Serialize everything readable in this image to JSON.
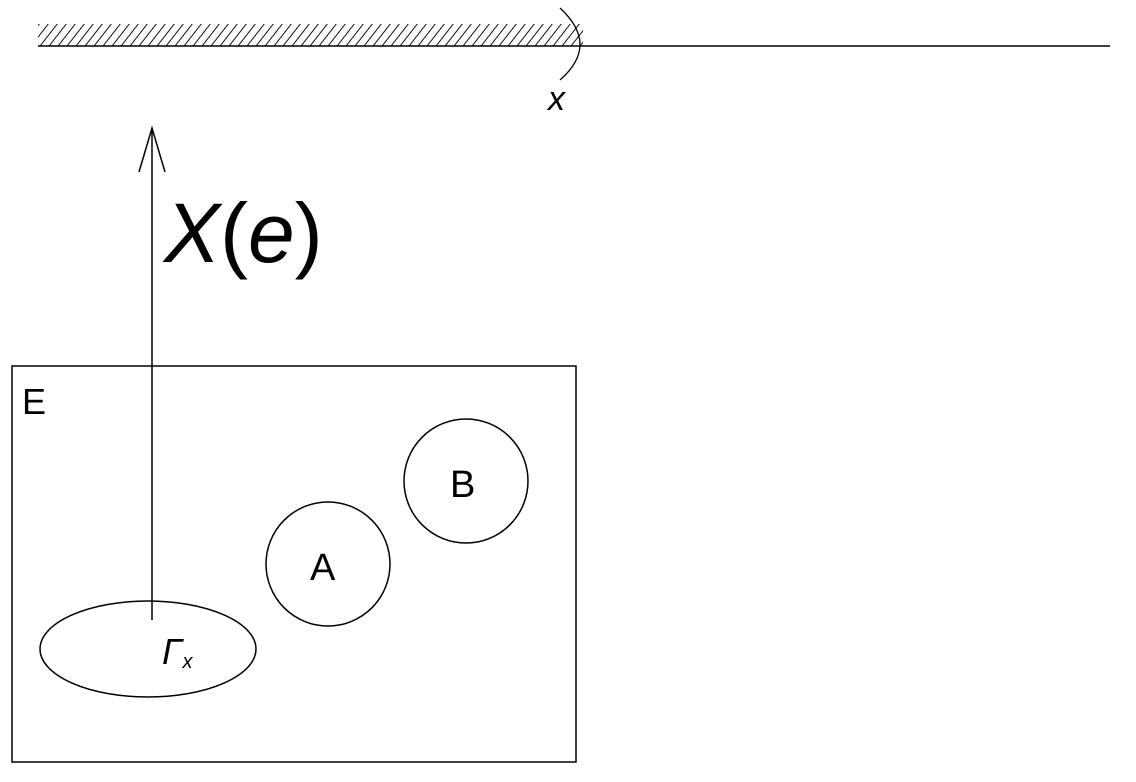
{
  "diagram": {
    "axis_label": "x",
    "mapping_label_main": "X",
    "mapping_label_open": "(",
    "mapping_label_arg": "e",
    "mapping_label_close": ")",
    "set_label": "E",
    "event_a_label": "A",
    "event_b_label": "B",
    "preimage_label_main": "Γ",
    "preimage_label_sub": "x"
  },
  "colors": {
    "stroke": "#000000",
    "background": "#ffffff"
  }
}
